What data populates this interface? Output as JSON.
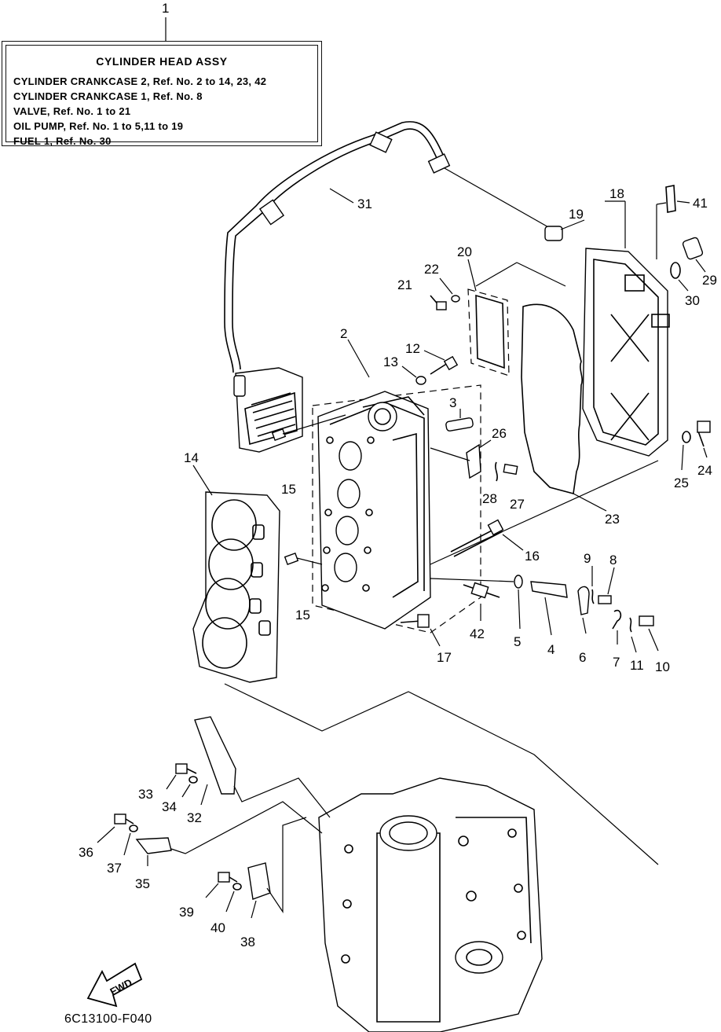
{
  "legend": {
    "ref_number": "1",
    "title": "CYLINDER  HEAD ASSY",
    "lines": [
      "CYLINDER CRANKCASE 2, Ref. No. 2 to 14, 23, 42",
      "CYLINDER CRANKCASE 1,  Ref. No. 8",
      "VALVE,   Ref. No. 1 to 21",
      "OIL PUMP, Ref. No. 1 to 5,11 to 19",
      "FUEL 1,  Ref. No. 30"
    ]
  },
  "callouts": {
    "n2": "2",
    "n3": "3",
    "n4": "4",
    "n5": "5",
    "n6": "6",
    "n7": "7",
    "n8": "8",
    "n9": "9",
    "n10": "10",
    "n11": "11",
    "n12": "12",
    "n13": "13",
    "n14": "14",
    "n15a": "15",
    "n15b": "15",
    "n16": "16",
    "n17": "17",
    "n18": "18",
    "n19": "19",
    "n20": "20",
    "n21": "21",
    "n22": "22",
    "n23": "23",
    "n24": "24",
    "n25": "25",
    "n26": "26",
    "n27": "27",
    "n28": "28",
    "n29": "29",
    "n30": "30",
    "n31": "31",
    "n32": "32",
    "n33": "33",
    "n34": "34",
    "n35": "35",
    "n36": "36",
    "n37": "37",
    "n38": "38",
    "n39": "39",
    "n40": "40",
    "n41": "41",
    "n42": "42"
  },
  "fwd_label": "FWD",
  "diagram_code": "6C13100-F040"
}
